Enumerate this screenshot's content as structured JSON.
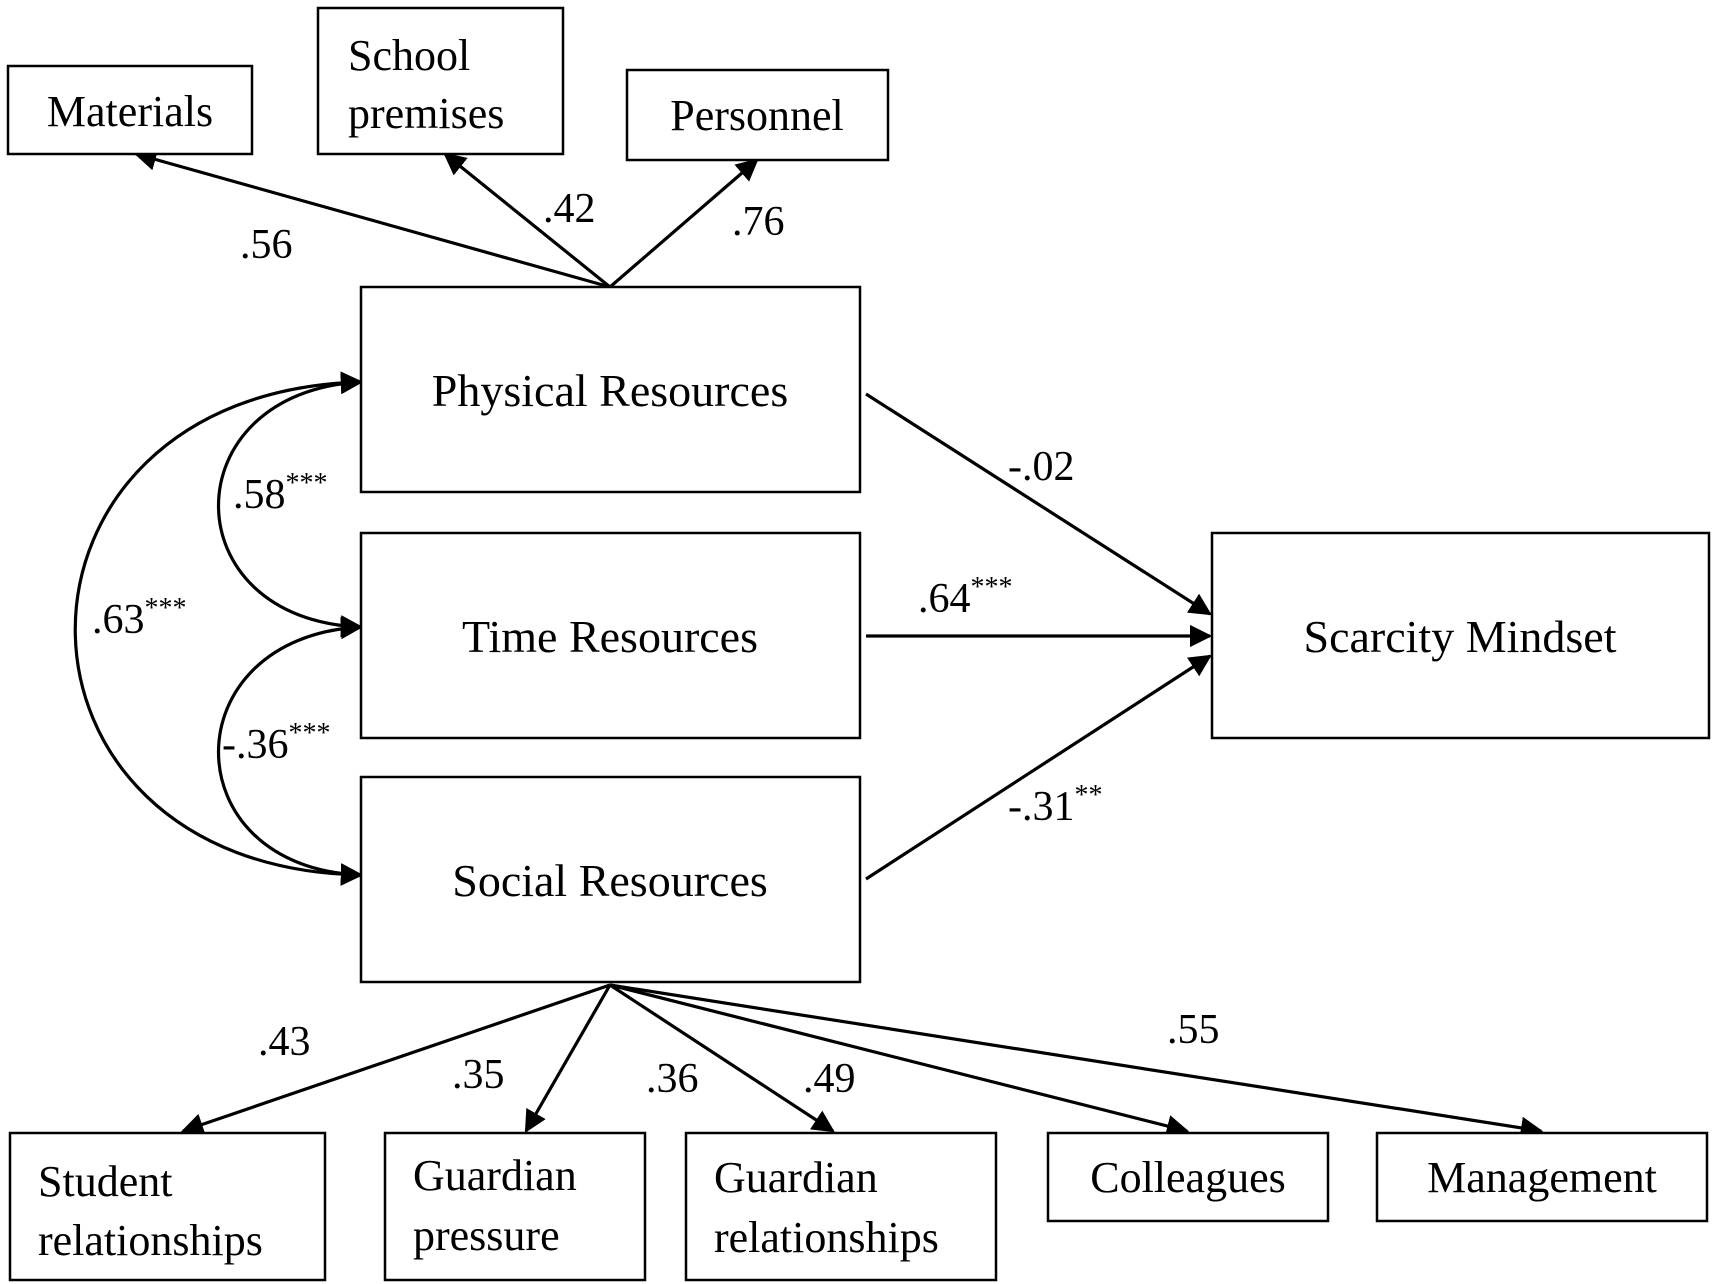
{
  "nodes": {
    "materials": {
      "lines": [
        "Materials"
      ]
    },
    "school_premises": {
      "lines": [
        "School",
        "premises"
      ]
    },
    "personnel": {
      "lines": [
        "Personnel"
      ]
    },
    "physical": {
      "lines": [
        "Physical Resources"
      ]
    },
    "time": {
      "lines": [
        "Time Resources"
      ]
    },
    "social": {
      "lines": [
        "Social Resources"
      ]
    },
    "scarcity": {
      "lines": [
        "Scarcity Mindset"
      ]
    },
    "student_rel": {
      "lines": [
        "Student",
        "relationships"
      ]
    },
    "guardian_pressure": {
      "lines": [
        "Guardian",
        "pressure"
      ]
    },
    "guardian_rel": {
      "lines": [
        "Guardian",
        "relationships"
      ]
    },
    "colleagues": {
      "lines": [
        "Colleagues"
      ]
    },
    "management": {
      "lines": [
        "Management"
      ]
    }
  },
  "loadings": {
    "materials": ".56",
    "school_premises": ".42",
    "personnel": ".76",
    "student_rel": ".43",
    "guardian_pressure": ".35",
    "guardian_rel_a": ".36",
    "guardian_rel_b": ".49",
    "management": ".55"
  },
  "paths": {
    "physical_to_scarcity": {
      "value": "-.02",
      "sig": ""
    },
    "time_to_scarcity": {
      "value": ".64",
      "sig": "***"
    },
    "social_to_scarcity": {
      "value": "-.31",
      "sig": "**"
    }
  },
  "correlations": {
    "physical_time": {
      "value": ".58",
      "sig": "***"
    },
    "physical_social": {
      "value": ".63",
      "sig": "***"
    },
    "time_social": {
      "value": "-.36",
      "sig": "***"
    }
  }
}
